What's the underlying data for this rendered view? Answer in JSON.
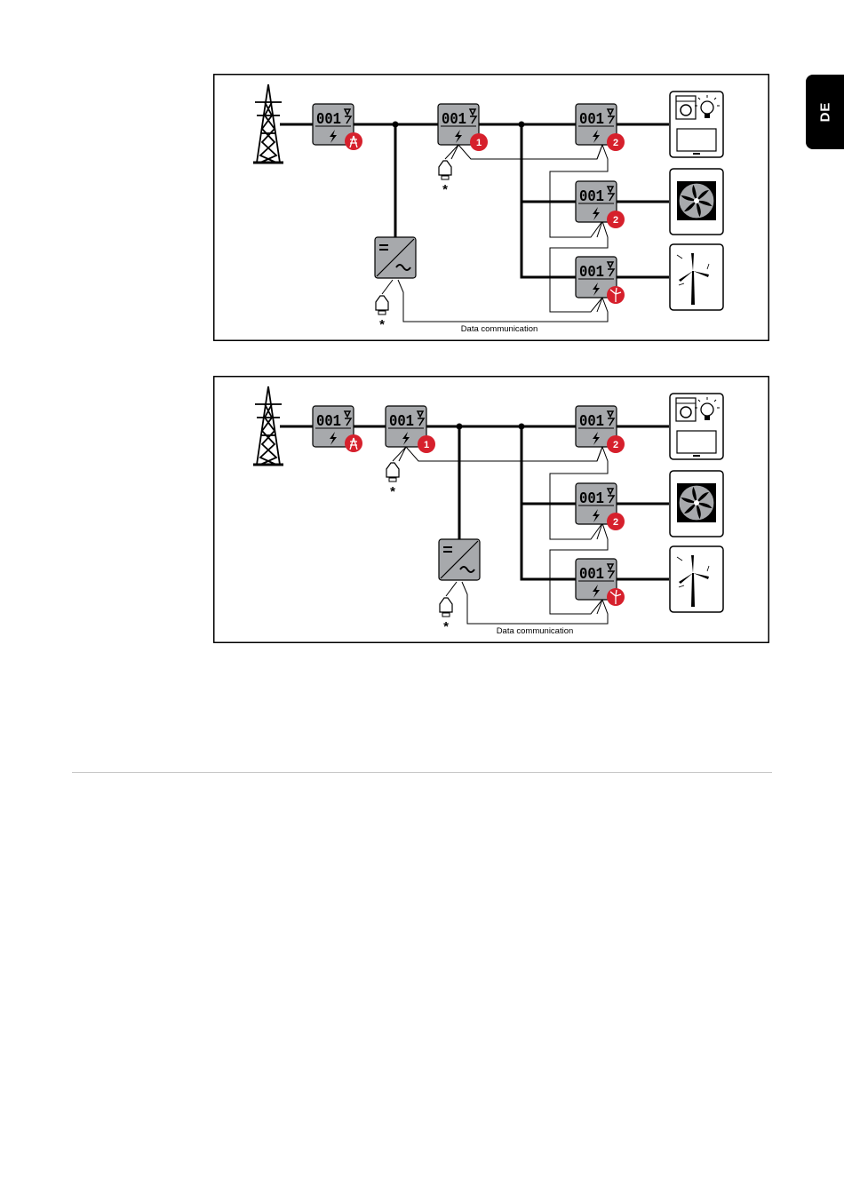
{
  "side_tab": {
    "label": "DE"
  },
  "diagrams": [
    {
      "meter_reading": "001",
      "markers": {
        "primary_meter": "1",
        "secondary_meter_a": "2",
        "secondary_meter_b": "2"
      },
      "footnote": "*",
      "data_comm_label": "Data communication"
    },
    {
      "meter_reading": "001",
      "markers": {
        "primary_meter": "1",
        "secondary_meter_a": "2",
        "secondary_meter_b": "2"
      },
      "footnote": "*",
      "data_comm_label": "Data communication"
    }
  ],
  "colors": {
    "marker_red": "#d6202c",
    "device_grey": "#a7a9ac",
    "line": "#000000",
    "tab": "#000000"
  },
  "icons": [
    "power-pylon-icon",
    "energy-meter-icon",
    "inverter-icon",
    "ethernet-plug-icon",
    "washing-machine-icon",
    "light-bulb-icon",
    "television-icon",
    "heat-pump-fan-icon",
    "wind-turbine-icon"
  ]
}
